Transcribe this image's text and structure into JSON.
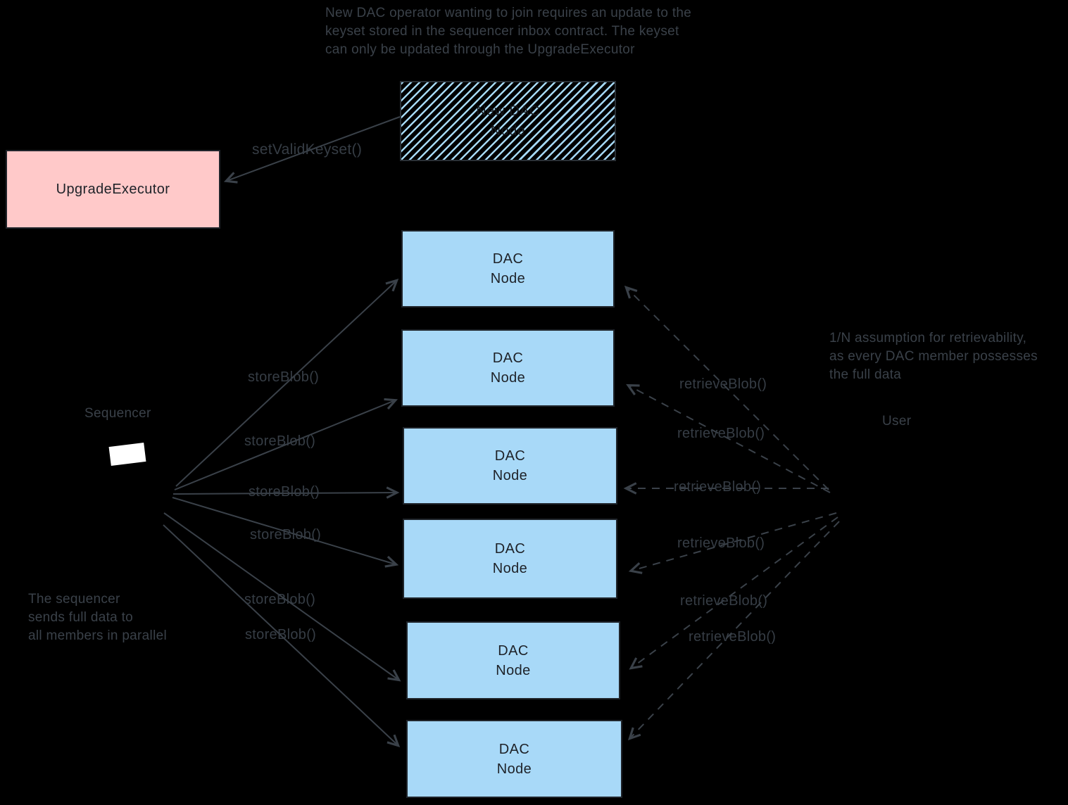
{
  "colors": {
    "background": "#000000",
    "dac_node_fill": "#a8d9f8",
    "upgrade_executor_fill": "#ffc9c9",
    "hatch_stripe": "#a5d8f5",
    "annotation_text": "#3a4149",
    "box_text": "#1e2228",
    "sequencer_screen": "#ffffff"
  },
  "notes": {
    "top": [
      "New DAC operator wanting to join requires an update to the",
      "keyset stored in the sequencer inbox contract. The keyset",
      "can only be updated through the UpgradeExecutor"
    ],
    "left": [
      "The sequencer",
      "sends full data to",
      "all members in parallel"
    ],
    "right": [
      "1/N assumption for retrievability,",
      "as every DAC member possesses",
      "the full data"
    ]
  },
  "labels": {
    "sequencer": "Sequencer",
    "user": "User",
    "set_valid_keyset": "setValidKeyset()",
    "store_blob": "storeBlob()",
    "retrieve_blob": "retrieveBlob()"
  },
  "boxes": {
    "new_dac_node": {
      "line1": "New DAC",
      "line2": "Node"
    },
    "upgrade_executor": "UpgradeExecutor",
    "dac_node": {
      "line1": "DAC",
      "line2": "Node"
    }
  }
}
